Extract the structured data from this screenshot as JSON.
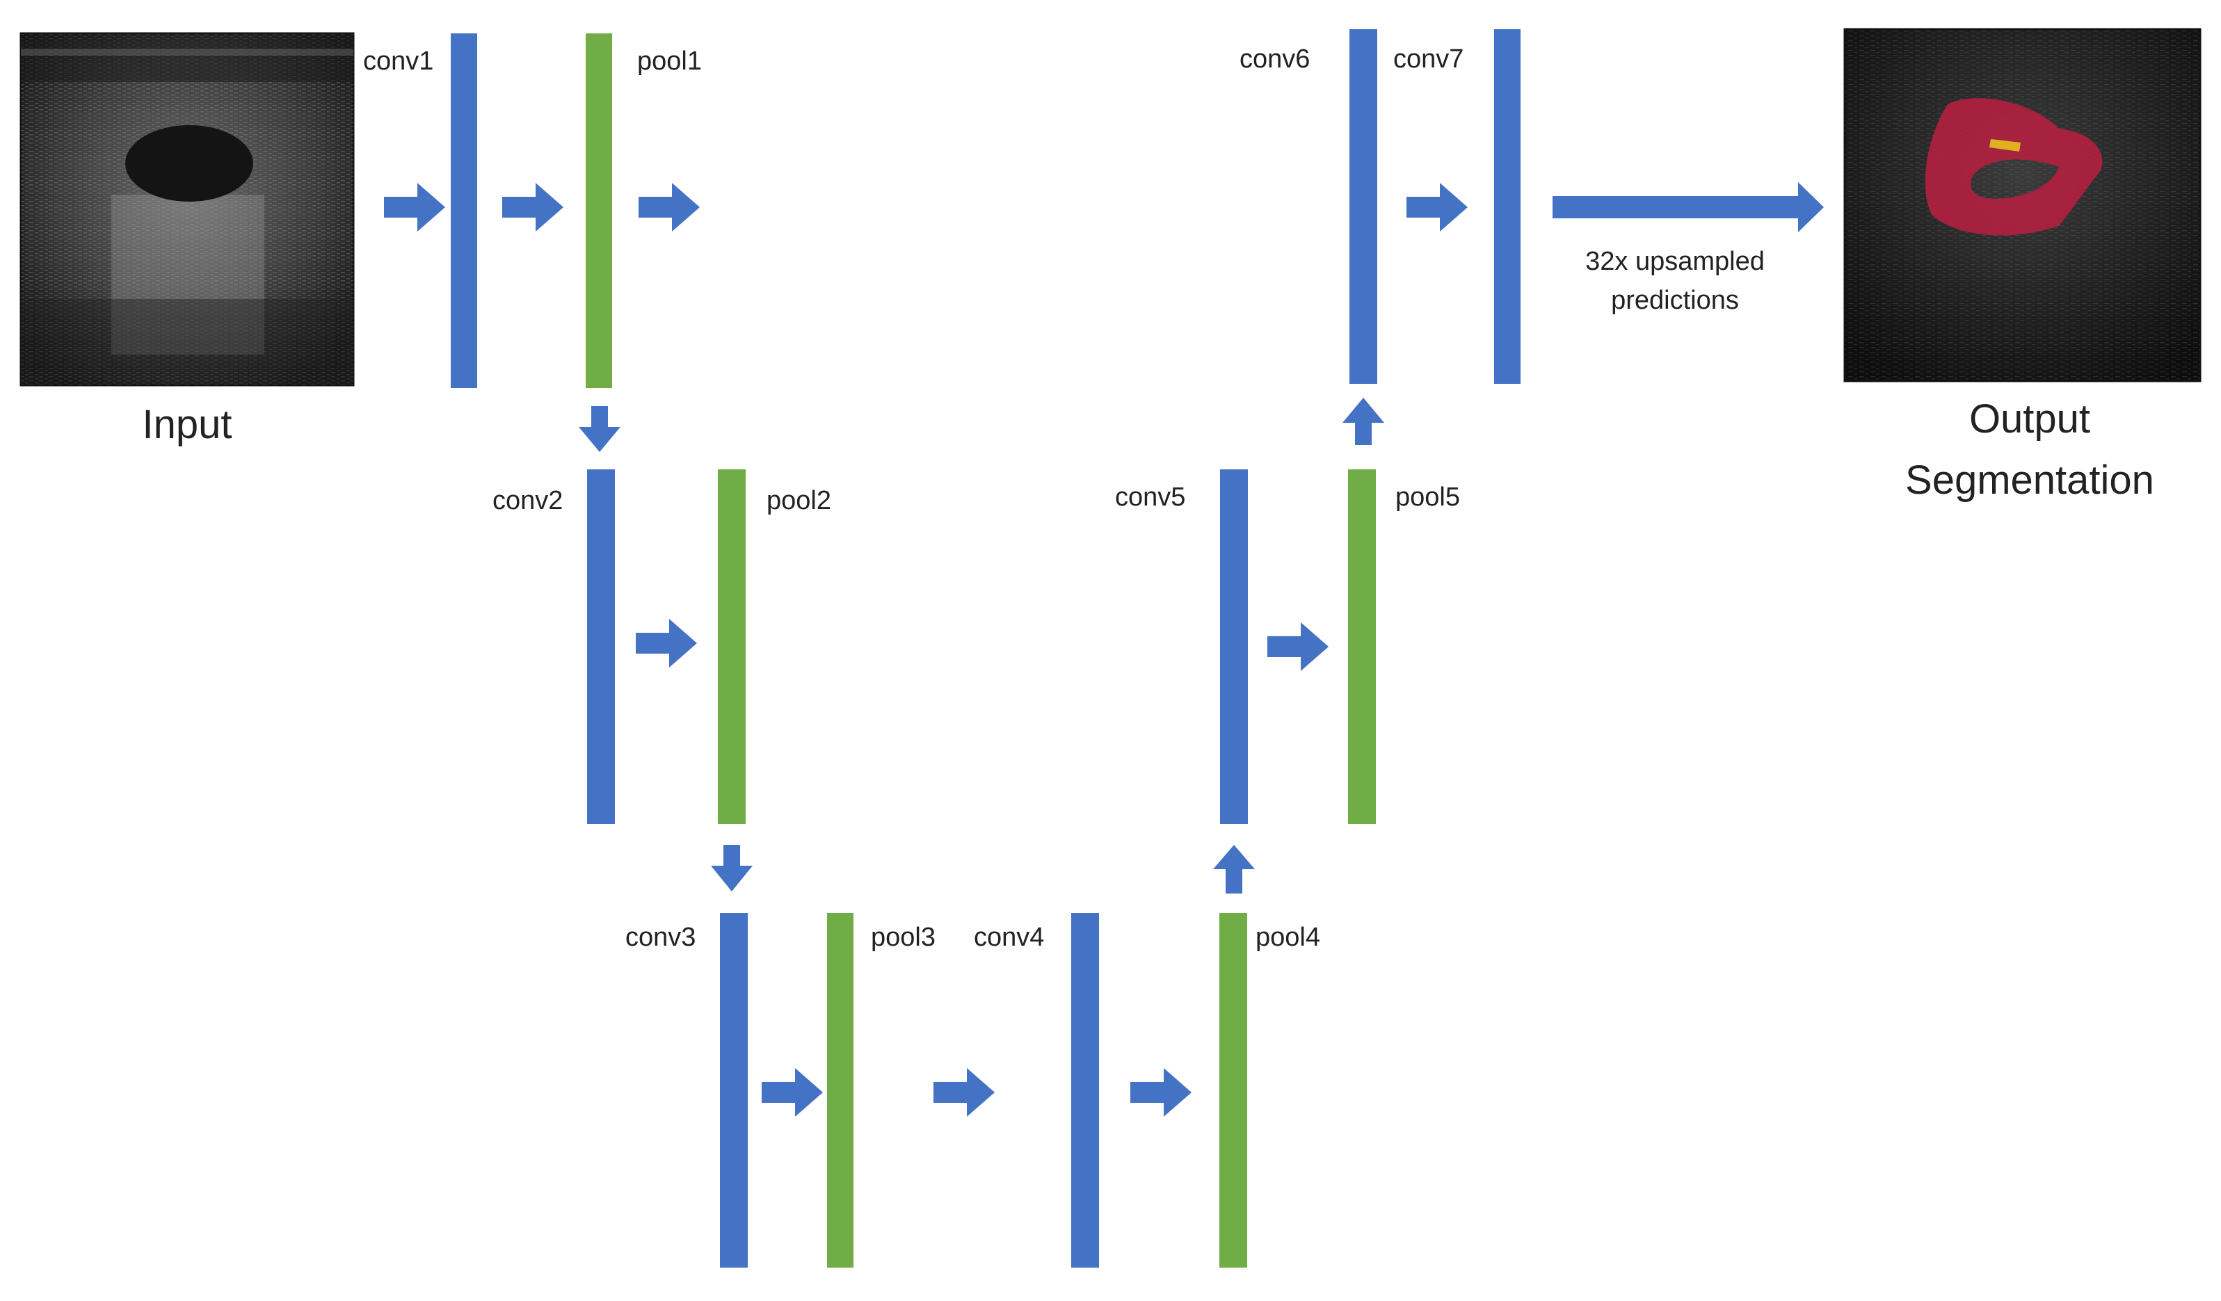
{
  "colors": {
    "conv": "#4472c4",
    "pool": "#70ad47",
    "arrow": "#4472c4",
    "text": "#222222",
    "overlay_red": "#b3203f",
    "overlay_yellow": "#e0b020"
  },
  "input": {
    "label": "Input"
  },
  "output": {
    "label_line1": "Output",
    "label_line2": "Segmentation"
  },
  "upsample": {
    "line1": "32x upsampled",
    "line2": "predictions"
  },
  "layers": {
    "conv1": "conv1",
    "pool1": "pool1",
    "conv2": "conv2",
    "pool2": "pool2",
    "conv3": "conv3",
    "pool3": "pool3",
    "conv4": "conv4",
    "pool4": "pool4",
    "conv5": "conv5",
    "pool5": "pool5",
    "conv6": "conv6",
    "conv7": "conv7"
  }
}
